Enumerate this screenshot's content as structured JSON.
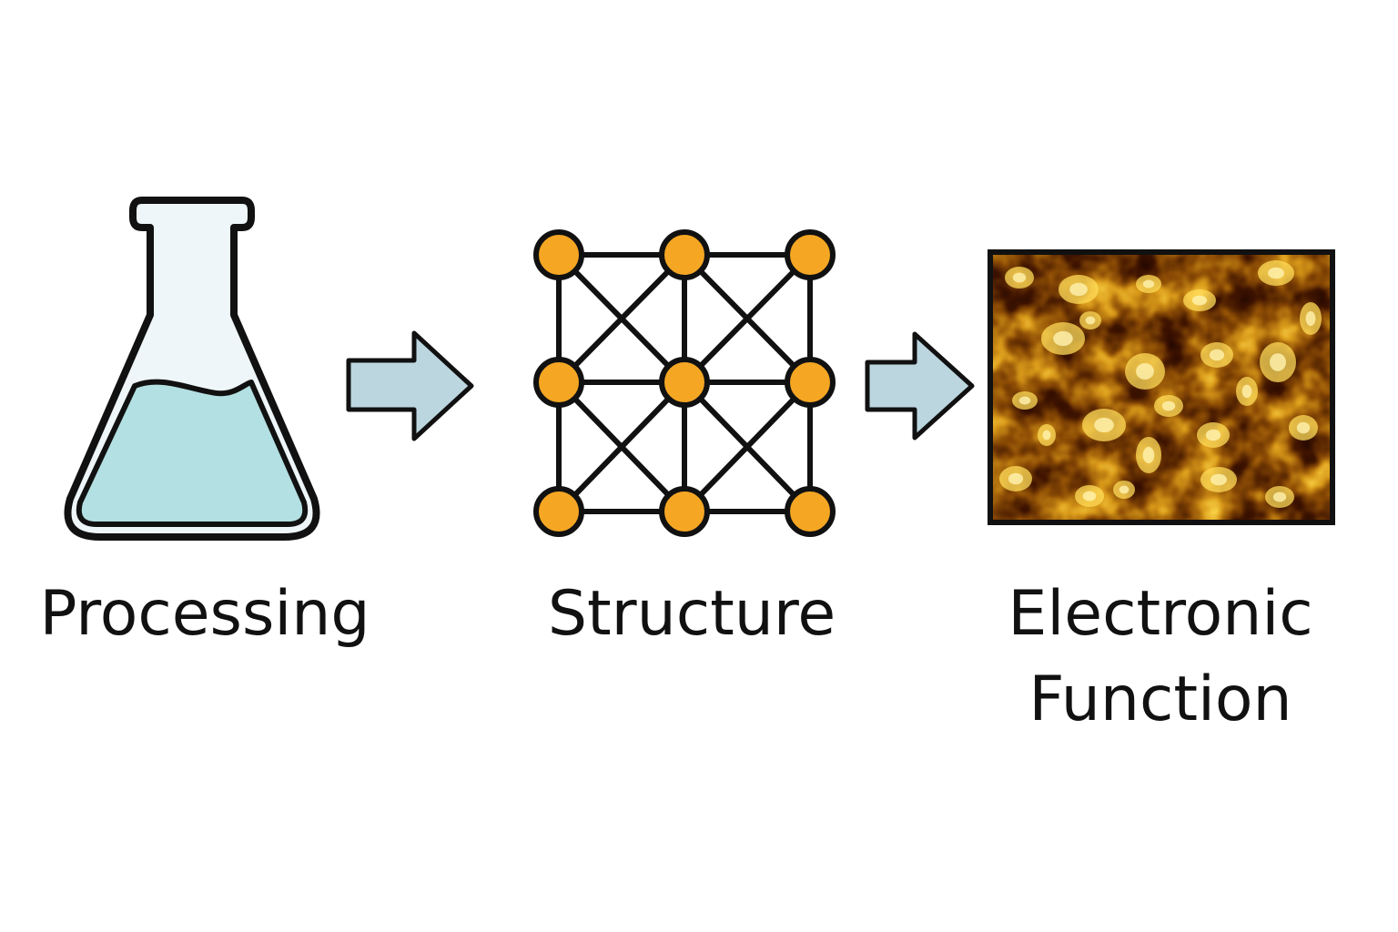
{
  "stages": [
    {
      "id": "processing",
      "label_lines": [
        "Processing"
      ],
      "icon": "flask-icon"
    },
    {
      "id": "structure",
      "label_lines": [
        "Structure"
      ],
      "icon": "lattice-icon"
    },
    {
      "id": "electronic-function",
      "label_lines": [
        "Electronic",
        "Function"
      ],
      "icon": "microscopy-image"
    }
  ],
  "arrows": [
    {
      "from": "processing",
      "to": "structure"
    },
    {
      "from": "structure",
      "to": "electronic-function"
    }
  ],
  "colors": {
    "outline": "#111111",
    "flask_glass": "#eef6f9",
    "flask_liquid": "#b3e0e2",
    "arrow_fill": "#bcd6e0",
    "node_fill": "#f5a623",
    "micro_dark": "#3a0d00",
    "micro_mid": "#b85a06",
    "micro_bright": "#ffdc5a"
  }
}
